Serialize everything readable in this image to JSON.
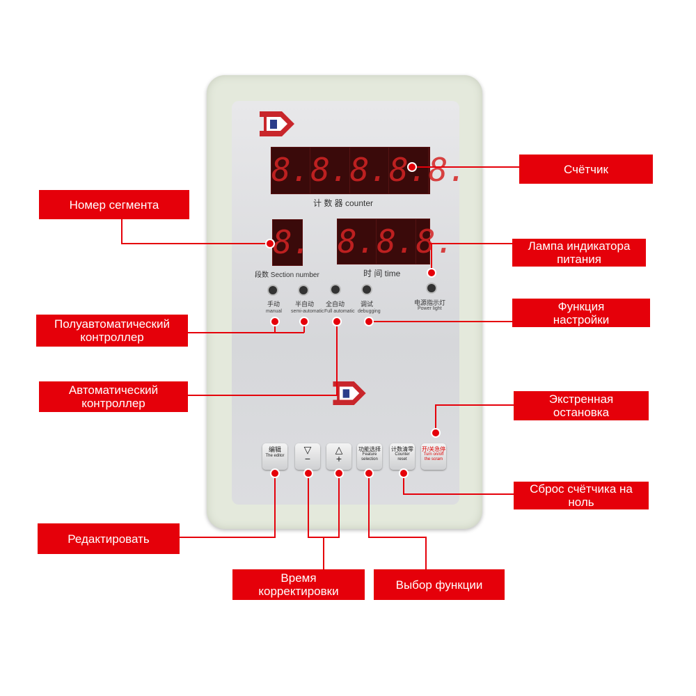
{
  "device": {
    "counter_digits": [
      "8.",
      "8.",
      "8.",
      "8.",
      "8."
    ],
    "counter_label": "计 数 器 counter",
    "section_digit": "8.",
    "section_label": "段数 Section number",
    "time_digits": [
      "8.",
      "8.",
      "8."
    ],
    "time_label": "时 间 time",
    "leds": [
      {
        "cn": "手动",
        "en": "manual"
      },
      {
        "cn": "半自动",
        "en": "semi-automatic"
      },
      {
        "cn": "全自动",
        "en": "Full automatic"
      },
      {
        "cn": "调试",
        "en": "debugging"
      },
      {
        "cn": "电源指示灯",
        "en": "Power light"
      }
    ],
    "buttons": [
      {
        "cn": "编辑",
        "en": "The editor"
      },
      {
        "cn": "▽",
        "en": "−"
      },
      {
        "cn": "△",
        "en": "+"
      },
      {
        "cn": "功能选择",
        "en": "Feature selection"
      },
      {
        "cn": "计数清零",
        "en": "Counter reset"
      },
      {
        "cn": "开/关急停",
        "en": "Turn on/off the scram"
      }
    ]
  },
  "callouts": {
    "counter": "Счётчик",
    "segment": "Номер сегмента",
    "power_lamp": "Лампа индикатора питания",
    "setup": "Функция настройки",
    "semi_auto": "Полуавтоматический контроллер",
    "auto": "Автоматический контроллер",
    "emergency": "Экстренная остановка",
    "reset": "Сброс счётчика на ноль",
    "edit": "Редактировать",
    "time_adjust": "Время корректировки",
    "function_select": "Выбор функции"
  },
  "colors": {
    "accent": "#e5000a",
    "display": "#3a0a0a"
  }
}
